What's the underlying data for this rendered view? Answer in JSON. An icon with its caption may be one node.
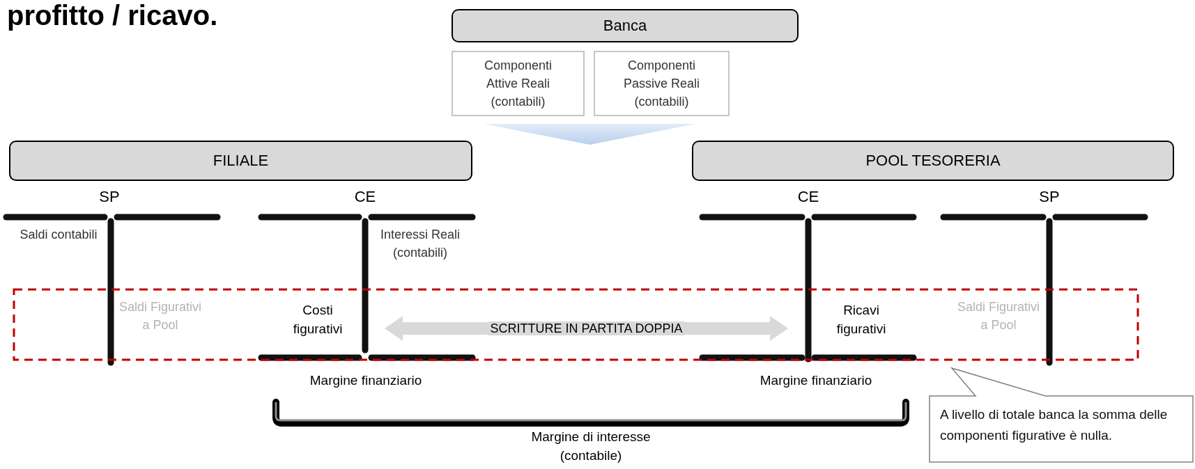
{
  "diagram": {
    "title": "profitto / ricavo.",
    "nodes": [
      {
        "text": [
          "Banca"
        ]
      },
      {
        "text": [
          "Componenti Attive Reali (contabili)"
        ]
      },
      {
        "text": [
          "Componenti Passive Reali (contabili)"
        ]
      },
      {
        "text": [],
        "shape": "triangle"
      },
      {
        "text": [
          "FILIALE"
        ]
      },
      {
        "text": [
          "POOL TESORERIA"
        ]
      },
      {
        "text": [
          "Costi figurativi"
        ]
      },
      {
        "text": [
          "Ricavi figurativi"
        ]
      },
      {
        "text": [
          "A livello di totale banca la somma delle componenti figurative è nulla."
        ]
      }
    ],
    "edges": [
      {
        "from": 6,
        "to": 7,
        "arrow": "both",
        "label": "SCRITTURE IN PARTITA DOPPIA",
        "color": "#d9d9d9",
        "style": "thick"
      }
    ],
    "labels": [
      "SP",
      "CE",
      "CE",
      "SP",
      "Saldi contabili",
      "Interessi Reali (contabili)",
      "Saldi Figurativi a Pool",
      "Saldi Figurativi a Pool",
      "Margine finanziario",
      "Margine finanziario",
      "Margine di interesse (contabile)"
    ]
  }
}
